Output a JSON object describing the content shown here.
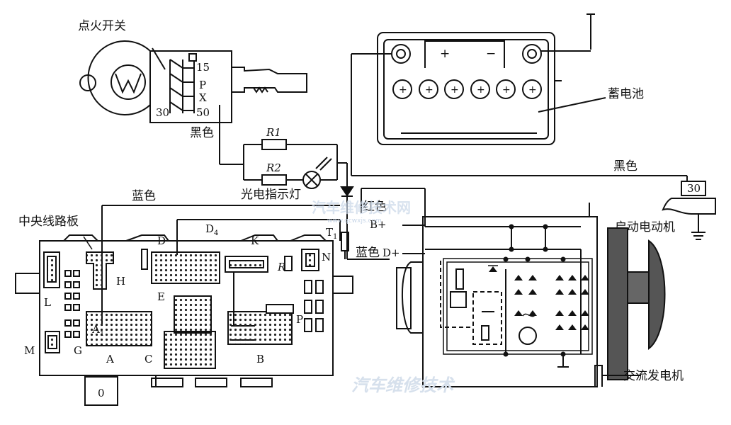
{
  "labels": {
    "ignition_switch": "点火开关",
    "black_top": "黑色",
    "black_right": "黑色",
    "battery": "蓄电池",
    "indicator_lamp": "光电指示灯",
    "blue_top": "蓝色",
    "red": "红色",
    "blue_d": "蓝色",
    "central_board": "中央线路板",
    "starter": "启动电动机",
    "alternator": "交流发电机"
  },
  "switch_terminals": [
    "15",
    "P",
    "X",
    "50",
    "30"
  ],
  "resistors": [
    "R1",
    "R2"
  ],
  "terminals": {
    "b_plus": "B+",
    "d_plus": "D+",
    "t1": "T",
    "t1_sub": "1",
    "starter_30": "30",
    "r_label": "R",
    "d4": "D",
    "d4_sub": "4"
  },
  "board_connectors": {
    "D": "D",
    "K": "K",
    "H": "H",
    "N": "N",
    "L": "L",
    "E": "E",
    "P": "P",
    "A": "A",
    "A1": "A",
    "A1_sub": "1",
    "G": "G",
    "M": "M",
    "C": "C",
    "B": "B",
    "zero": "0"
  },
  "battery_terminals": {
    "plus": "+",
    "minus": "−"
  },
  "watermarks": {
    "center": "汽车维修技术网",
    "center_url": "www.qcwxjs.com",
    "bottom": "汽车维修技术"
  }
}
